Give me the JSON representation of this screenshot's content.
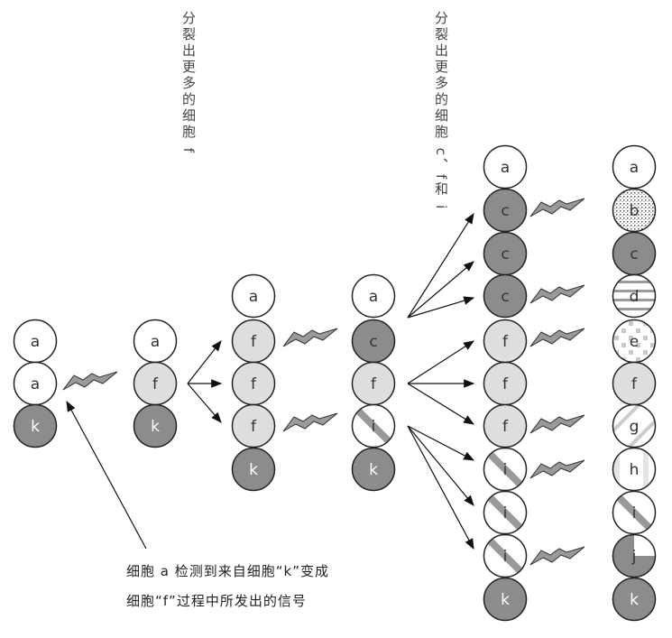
{
  "annotations": {
    "top_left": "分裂出更多的细胞 f",
    "top_right": "分裂出更多的细胞 c、f和 i"
  },
  "caption": {
    "line1": "细胞 a 检测到来自细胞“k”变成",
    "line2": "细胞“f”过程中所发出的信号"
  },
  "colors": {
    "dark": "#8c8c8c",
    "light": "#dedede",
    "stroke": "#222222"
  },
  "columns": [
    {
      "cells": [
        "a",
        "a",
        "k"
      ]
    },
    {
      "cells": [
        "a",
        "f",
        "k"
      ]
    },
    {
      "cells": [
        "a",
        "f",
        "f",
        "f",
        "k"
      ]
    },
    {
      "cells": [
        "a",
        "c",
        "f",
        "i",
        "k"
      ]
    },
    {
      "cells": [
        "a",
        "c",
        "c",
        "c",
        "f",
        "f",
        "f",
        "i",
        "i",
        "i",
        "k"
      ]
    },
    {
      "cells": [
        "a",
        "b",
        "c",
        "d",
        "e",
        "f",
        "g",
        "h",
        "i",
        "j",
        "k"
      ]
    }
  ]
}
